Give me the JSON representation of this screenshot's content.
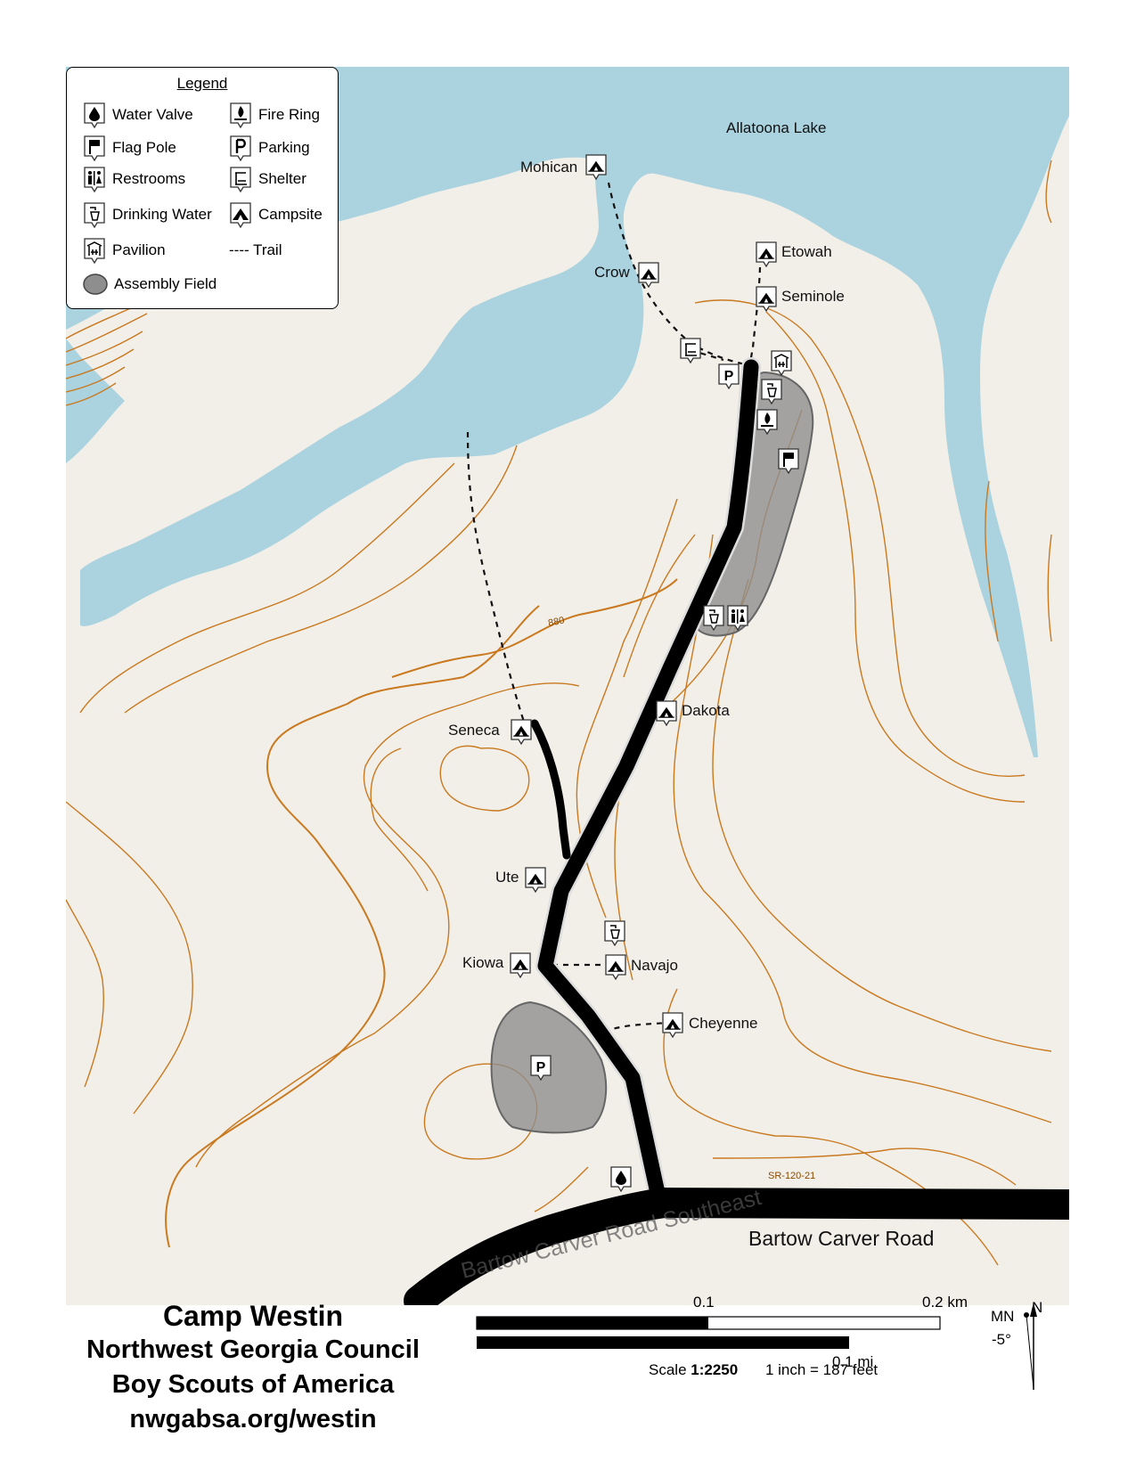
{
  "legend": {
    "title": "Legend",
    "items": [
      {
        "icon": "water-valve-icon",
        "label": "Water Valve"
      },
      {
        "icon": "fire-ring-icon",
        "label": "Fire Ring"
      },
      {
        "icon": "flag-pole-icon",
        "label": "Flag Pole"
      },
      {
        "icon": "parking-icon",
        "label": "Parking"
      },
      {
        "icon": "restrooms-icon",
        "label": "Restrooms"
      },
      {
        "icon": "shelter-icon",
        "label": "Shelter"
      },
      {
        "icon": "drinking-water-icon",
        "label": "Drinking Water"
      },
      {
        "icon": "campsite-icon",
        "label": "Campsite"
      },
      {
        "icon": "pavilion-icon",
        "label": "Pavilion"
      },
      {
        "icon": "trail-icon",
        "label": "---- Trail"
      },
      {
        "icon": "assembly-field-icon",
        "label": "Assembly Field"
      }
    ]
  },
  "map": {
    "lake_label": "Allatoona Lake",
    "campsites": [
      "Mohican",
      "Crow",
      "Etowah",
      "Seminole",
      "Dakota",
      "Seneca",
      "Ute",
      "Kiowa",
      "Navajo",
      "Cheyenne"
    ],
    "elevation_label": "880",
    "road_label": "Bartow Carver Road",
    "road_label_ghost": "Bartow Carver Road Southeast",
    "road_tiny_label": "SR-120-21",
    "parking_symbol": "P",
    "colors": {
      "water": "#abd3df",
      "land": "#f2efe9",
      "contour": "#c9791f",
      "road": "#000000",
      "field": "#8e8e8e"
    }
  },
  "title": {
    "line1": "Camp Westin",
    "line2": "Northwest Georgia Council",
    "line3": "Boy Scouts of America",
    "line4": "nwgabsa.org/westin"
  },
  "scale": {
    "km_mid": "0.1",
    "km_end": "0.2 km",
    "mi_end": "0.1 mi",
    "ratio_prefix": "Scale",
    "ratio": "1:2250",
    "inch_text": "1 inch = 187 feet"
  },
  "north": {
    "mn": "MN",
    "n": "N",
    "declination": "-5°"
  }
}
